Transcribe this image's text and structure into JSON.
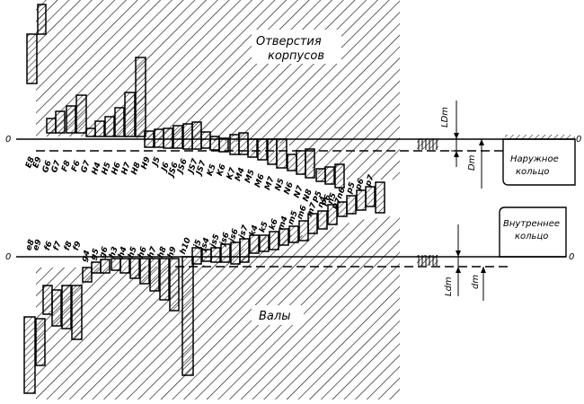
{
  "labels": {
    "housing_holes": [
      "Отверстия",
      "корпусов"
    ],
    "shafts": "Валы",
    "outer_ring": [
      "Наружное",
      "кольцо"
    ],
    "inner_ring": [
      "Внутреннее",
      "кольцо"
    ],
    "zero_left": "0",
    "zero_right": "0",
    "dim_LDm": "LDm",
    "dim_Dm": "Dm",
    "dim_Ldm": "Ldm",
    "dim_dm": "dm"
  },
  "housing_fits": [
    "E8",
    "E9",
    "G6",
    "G7",
    "F8",
    "F6",
    "G7",
    "H4",
    "H5",
    "H6",
    "H7",
    "H8",
    "H9",
    "J5",
    "J6",
    "JS6",
    "JS6",
    "JS7",
    "JS7",
    "K5",
    "K6",
    "K7",
    "M4",
    "M5",
    "M6",
    "M7",
    "N5",
    "N6",
    "N7",
    "N8",
    "P5",
    "P6",
    "P7"
  ],
  "housing_marker": "JS6",
  "shaft_fits": [
    "e8",
    "e9",
    "f6",
    "f7",
    "f8",
    "f9",
    "g4",
    "g5",
    "g6",
    "h3",
    "h4",
    "h5",
    "h6",
    "h7",
    "h8",
    "h9",
    "h10",
    "j5",
    "js4",
    "js5",
    "js6",
    "js6",
    "js7",
    "k4",
    "k5",
    "k6",
    "m4",
    "m5",
    "m6",
    "m7",
    "n4",
    "n5",
    "n6",
    "p5",
    "p6",
    "p7"
  ],
  "colors": {
    "ink": "#000000",
    "paper": "#ffffff"
  }
}
